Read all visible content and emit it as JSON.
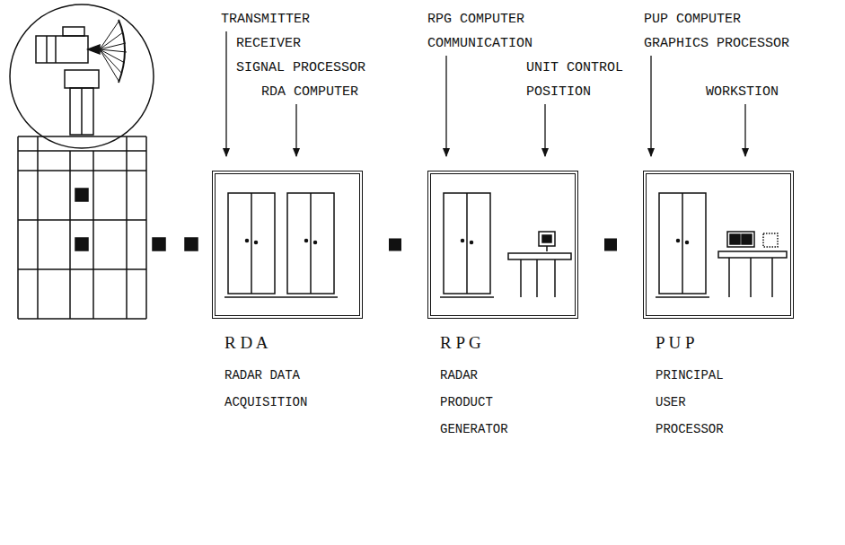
{
  "diagram": {
    "nodes": [
      {
        "text": [
          "R D A",
          "RADAR DATA ACQUISITION"
        ]
      },
      {
        "text": [
          "R P G",
          "RADAR PRODUCT GENERATOR"
        ]
      },
      {
        "text": [
          "P U P",
          "PRINCIPAL USER PROCESSOR"
        ]
      }
    ],
    "edges": [
      {
        "from": 0,
        "to": 1,
        "arrow": "none"
      },
      {
        "from": 1,
        "to": 2,
        "arrow": "none"
      }
    ],
    "labels": [
      "TRANSMITTER",
      "RECEIVER",
      "SIGNAL PROCESSOR",
      "RDA COMPUTER",
      "RPG COMPUTER",
      "COMMUNICATION",
      "UNIT CONTROL POSITION",
      "PUP COMPUTER",
      "GRAPHICS PROCESSOR",
      "WORKSTION"
    ]
  }
}
